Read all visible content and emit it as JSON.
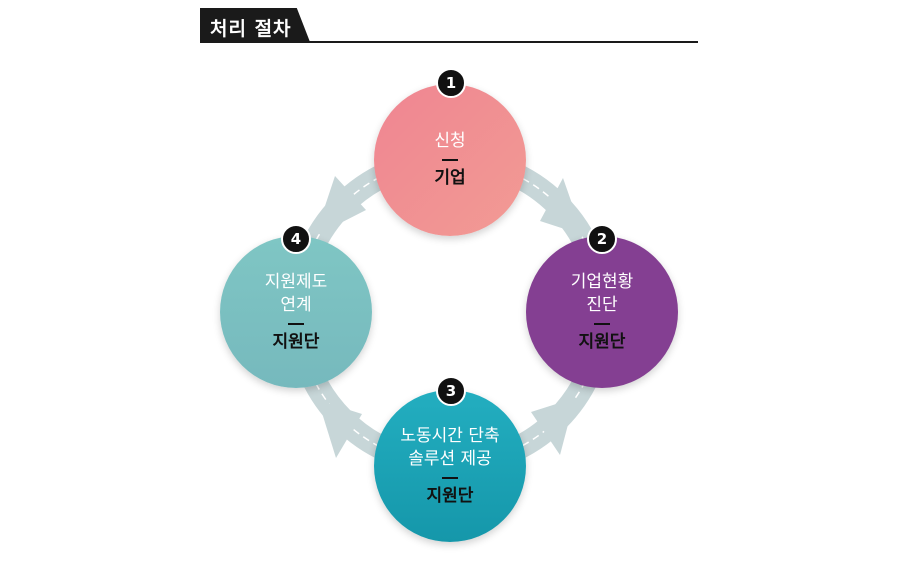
{
  "header": {
    "title": "처리 절차"
  },
  "colors": {
    "step1": "#f08a92",
    "step2": "#843f92",
    "step3": "#1da6b9",
    "step4": "#7cc3c2",
    "arrow": "#c7d6d8"
  },
  "steps": [
    {
      "number": "1",
      "line1": "신청",
      "line2": "",
      "owner": "기업"
    },
    {
      "number": "2",
      "line1": "기업현황",
      "line2": "진단",
      "owner": "지원단"
    },
    {
      "number": "3",
      "line1": "노동시간 단축",
      "line2": "솔루션 제공",
      "owner": "지원단"
    },
    {
      "number": "4",
      "line1": "지원제도",
      "line2": "연계",
      "owner": "지원단"
    }
  ]
}
